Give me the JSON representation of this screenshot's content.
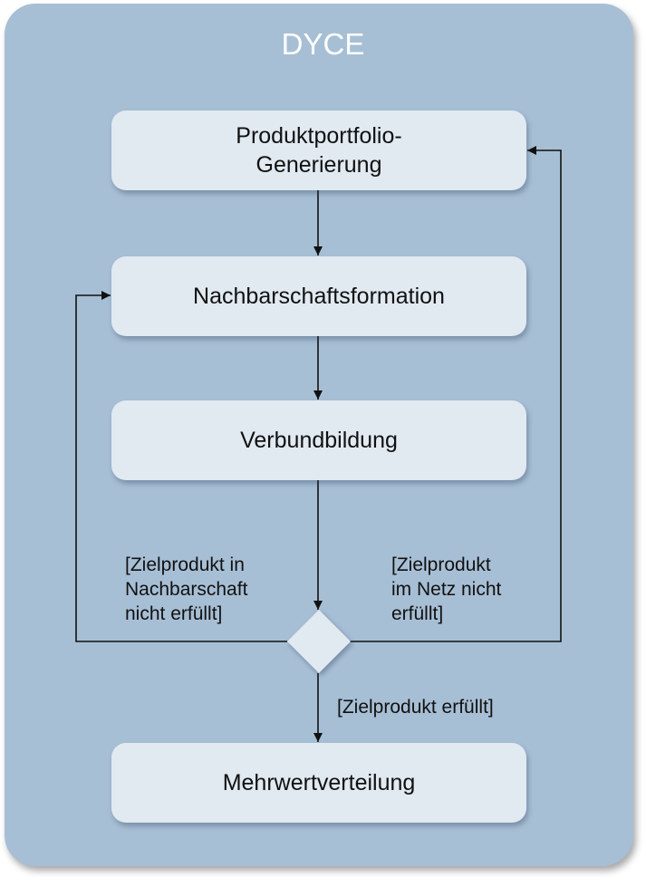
{
  "diagram": {
    "title": "DYCE",
    "nodes": [
      {
        "id": "portfolio",
        "label": "Produktportfolio-\nGenerierung"
      },
      {
        "id": "nachbarschaft",
        "label": "Nachbarschaftsformation"
      },
      {
        "id": "verbund",
        "label": "Verbundbildung"
      },
      {
        "id": "mehrwert",
        "label": "Mehrwertverteilung"
      }
    ],
    "decision": {
      "label_left": "[Zielprodukt in\nNachbarschaft\nnicht erfüllt]",
      "label_right": "[Zielprodukt\nim Netz nicht\nerfüllt]",
      "label_bottom": "[Zielprodukt erfüllt]"
    },
    "colors": {
      "frame": "#a7bfd5",
      "box": "#e1e9f1",
      "decision": "#e1e9f1",
      "line": "#111111",
      "title": "#ffffff"
    }
  }
}
